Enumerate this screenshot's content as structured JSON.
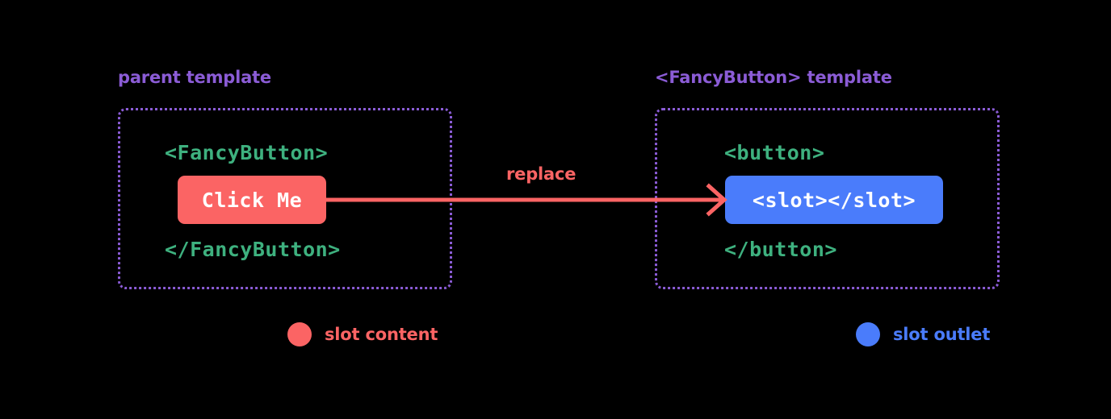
{
  "background": "#000000",
  "colors": {
    "purple": "#8b5cd6",
    "green": "#3eb17f",
    "red": "#fb6464",
    "blue": "#4a7cfb",
    "white": "#ffffff"
  },
  "panels": {
    "left": {
      "title": "parent template",
      "open_tag": "<FancyButton>",
      "chip_label": "Click Me",
      "close_tag": "</FancyButton>"
    },
    "right": {
      "title": "<FancyButton> template",
      "open_tag": "<button>",
      "chip_label": "<slot></slot>",
      "close_tag": "</button>"
    }
  },
  "arrow": {
    "label": "replace"
  },
  "legend": [
    {
      "label": "slot content",
      "color": "#fb6464"
    },
    {
      "label": "slot outlet",
      "color": "#4a7cfb"
    }
  ]
}
